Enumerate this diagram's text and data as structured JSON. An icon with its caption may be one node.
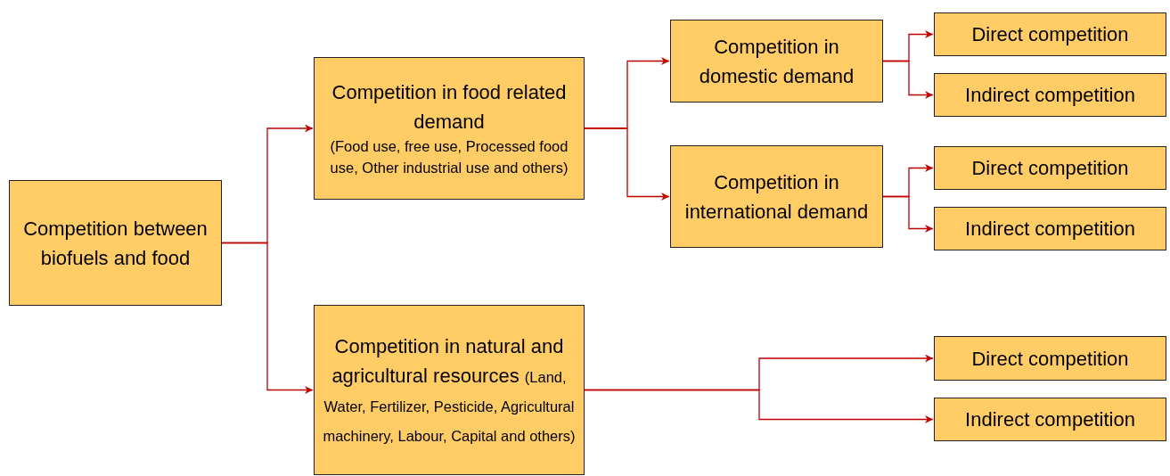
{
  "diagram": {
    "nodes": [
      {
        "text": [
          "Competition between biofuels and food"
        ]
      },
      {
        "text": [
          "Competition in food related demand",
          "(Food use, free use, Processed food use, Other industrial use and others)"
        ]
      },
      {
        "text": [
          "Competition in natural and agricultural resources",
          "(Land, Water, Fertilizer, Pesticide, Agricultural machinery, Labour, Capital and others)"
        ]
      },
      {
        "text": [
          "Competition in domestic demand"
        ]
      },
      {
        "text": [
          "Competition in international demand"
        ]
      },
      {
        "text": [
          "Direct competition"
        ]
      },
      {
        "text": [
          "Indirect competition"
        ]
      },
      {
        "text": [
          "Direct competition"
        ]
      },
      {
        "text": [
          "Indirect competition"
        ]
      },
      {
        "text": [
          "Direct competition"
        ]
      },
      {
        "text": [
          "Indirect competition"
        ]
      }
    ],
    "edges": [
      {
        "from": 0,
        "to": 1,
        "arrow": "to"
      },
      {
        "from": 0,
        "to": 2,
        "arrow": "to"
      },
      {
        "from": 1,
        "to": 3,
        "arrow": "to"
      },
      {
        "from": 1,
        "to": 4,
        "arrow": "to"
      },
      {
        "from": 3,
        "to": 5,
        "arrow": "to"
      },
      {
        "from": 3,
        "to": 6,
        "arrow": "to"
      },
      {
        "from": 4,
        "to": 7,
        "arrow": "to"
      },
      {
        "from": 4,
        "to": 8,
        "arrow": "to"
      },
      {
        "from": 2,
        "to": 9,
        "arrow": "to"
      },
      {
        "from": 2,
        "to": 10,
        "arrow": "to"
      }
    ]
  }
}
